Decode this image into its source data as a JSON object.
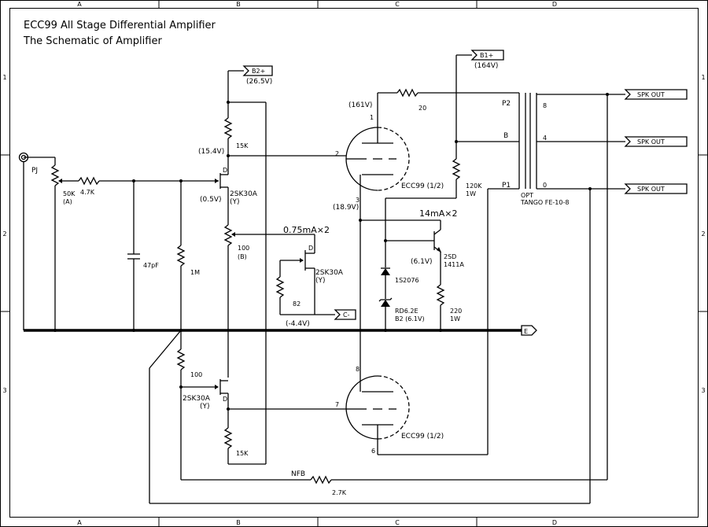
{
  "title_line1": "ECC99 All Stage Differential Amplifier",
  "title_line2": "The Schematic of Amplifier",
  "border": {
    "columns": [
      "A",
      "B",
      "C",
      "D"
    ],
    "rows": [
      "1",
      "2",
      "3"
    ]
  },
  "labels": {
    "pj": "PJ",
    "pot_50k": "50K",
    "pot_50k_sub": "(A)",
    "r_4k7": "4.7K",
    "c_47pf": "47pF",
    "r_1m": "1M",
    "b2_flag": "B2+",
    "b2_voltage": "(26.5V)",
    "r_15k_top": "15K",
    "v_15_4": "(15.4V)",
    "v_0_5": "(0.5V)",
    "q1_name": "2SK30A",
    "q1_grade": "(Y)",
    "pot_100": "100",
    "pot_100_sub": "(B)",
    "current_075": "0.75mA×2",
    "q2_name": "2SK30A",
    "q2_grade": "(Y)",
    "r_82": "82",
    "c_minus_flag": "C-",
    "v_neg_4_4": "(-4.4V)",
    "r_100_lower": "100",
    "q3_name": "2SK30A",
    "q3_grade": "(Y)",
    "r_15k_bottom": "15K",
    "nfb": "NFB",
    "r_2k7": "2.7K",
    "b1_flag": "B1+",
    "b1_voltage": "(164V)",
    "v_161": "(161V)",
    "r_20": "20",
    "pin_1": "1",
    "pin_2": "2",
    "pin_3": "3",
    "tube_top": "ECC99 (1/2)",
    "r_120k": "120K",
    "r_120k_w": "1W",
    "v_18_9": "(18.9V)",
    "current_14": "14mA×2",
    "v_6_1": "(6.1V)",
    "q4_name": "2SD",
    "q4_part": "1411A",
    "d_1s2076": "1S2076",
    "zener_name": "RD6.2E",
    "zener_sub": "B2 (6.1V)",
    "r_220": "220",
    "r_220_w": "1W",
    "e_flag": "E",
    "pin_8": "8",
    "pin_7": "7",
    "pin_6": "6",
    "tube_bottom": "ECC99 (1/2)",
    "opt_p2": "P2",
    "opt_b": "B",
    "opt_p1": "P1",
    "opt_8": "8",
    "opt_4": "4",
    "opt_0": "0",
    "opt_name": "OPT",
    "opt_model": "TANGO FE-10-8",
    "spk_out_8": "SPK OUT",
    "spk_out_4": "SPK OUT",
    "spk_out_0": "SPK OUT"
  }
}
